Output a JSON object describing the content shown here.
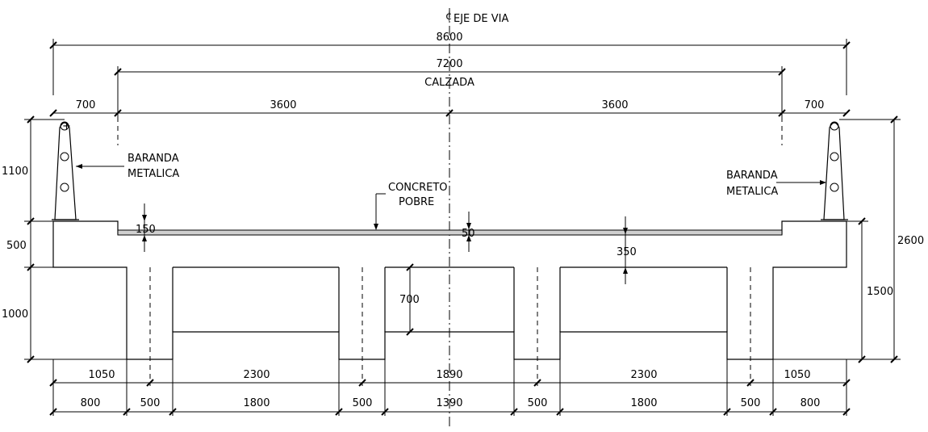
{
  "axis_label": "EJE DE VIA",
  "axis_symbol": "¢",
  "overall_width": "8600",
  "roadway_width": "7200",
  "roadway_label": "CALZADA",
  "sidewalk_left": "700",
  "lane_left": "3600",
  "lane_right": "3600",
  "sidewalk_right": "700",
  "railing_left_line1": "BARANDA",
  "railing_left_line2": "METALICA",
  "railing_right_line1": "BARANDA",
  "railing_right_line2": "METALICA",
  "fill_label_line1": "CONCRETO",
  "fill_label_line2": "POBRE",
  "fill_thickness_edge": "150",
  "fill_thickness_center": "50",
  "deck_thickness_center": "350",
  "railing_height": "1100",
  "slab_depth": "500",
  "beam_depth_left": "1000",
  "beam_depth_inner": "700",
  "total_depth_right": "1500",
  "total_height_right": "2600",
  "beam_spacing": [
    "1050",
    "2300",
    "1890",
    "2300",
    "1050"
  ],
  "beam_widths": [
    "800",
    "500",
    "1800",
    "500",
    "1390",
    "500",
    "1800",
    "500",
    "800"
  ]
}
